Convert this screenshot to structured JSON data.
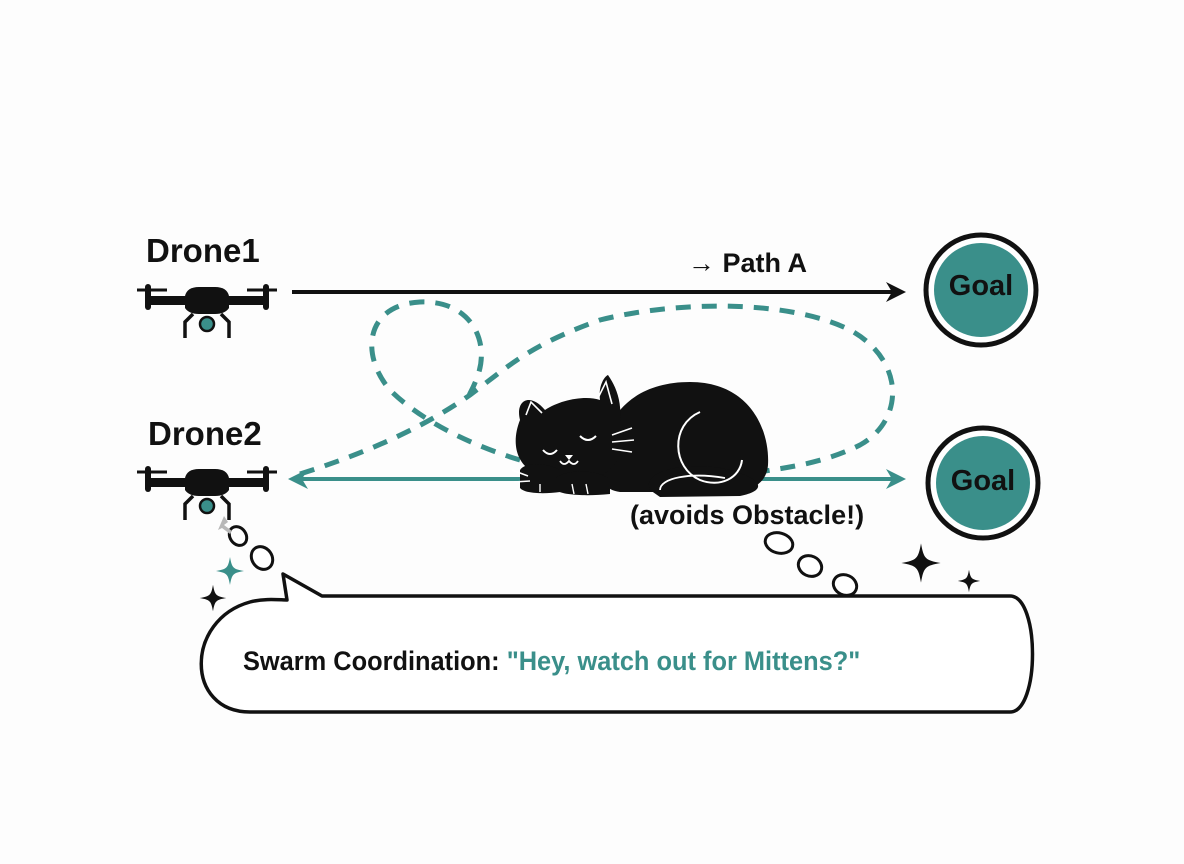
{
  "colors": {
    "teal": "#3a8f8a",
    "black": "#111111",
    "cursor_gray": "#b8b8b8",
    "background": "#fdfdfd"
  },
  "drones": [
    {
      "label": "Drone1",
      "icon": "drone-icon"
    },
    {
      "label": "Drone2",
      "icon": "drone-icon"
    }
  ],
  "paths": {
    "path_a": {
      "label": "→ Path A",
      "style": "solid black arrow"
    },
    "drone2_path": {
      "style": "teal double-headed arrow"
    },
    "dashed_route": {
      "style": "teal dashed loop"
    }
  },
  "goals": [
    {
      "label": "Goal"
    },
    {
      "label": "Goal"
    }
  ],
  "obstacle": {
    "icon": "sleeping-cat-icon",
    "label": "(avoids Obstacle!)"
  },
  "speech_bubble": {
    "speaker": "Swarm Coordination:",
    "quote": "\"Hey, watch out for Mittens?\""
  },
  "decorations": [
    "sparkle-icon",
    "sparkle-icon",
    "sparkle-icon",
    "sparkle-icon",
    "cursor-icon"
  ]
}
